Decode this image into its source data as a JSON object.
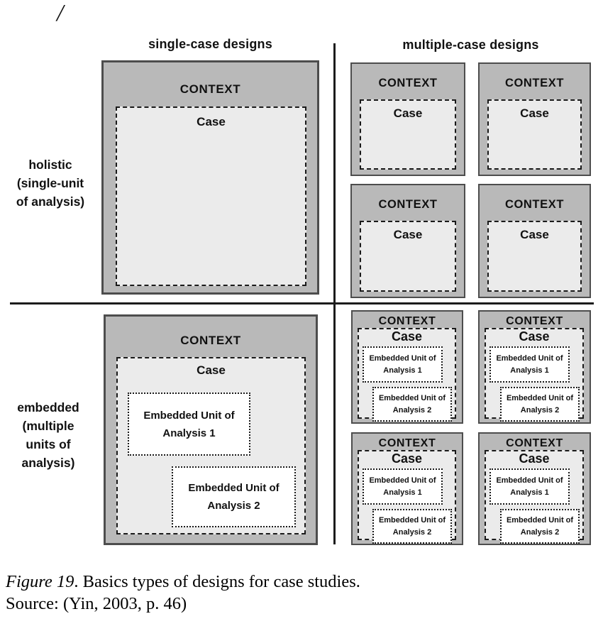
{
  "page": {
    "slash": "/"
  },
  "headers": {
    "left": "single-case designs",
    "right": "multiple-case designs"
  },
  "row_labels": {
    "holistic": [
      "holistic",
      "(single-unit",
      "of analysis)"
    ],
    "embedded": [
      "embedded",
      "(multiple",
      "units of",
      "analysis)"
    ]
  },
  "labels": {
    "context": "CONTEXT",
    "case": "Case",
    "embedded_unit_line": "Embedded Unit of",
    "analysis1": "Analysis 1",
    "analysis2": "Analysis 2"
  },
  "caption": {
    "figure_label": "Figure 19",
    "figure_text": ". Basics types of designs for case studies.",
    "source": "Source: (Yin, 2003, p. 46)"
  },
  "colors": {
    "context_fill": "#b9b9b9",
    "case_fill": "#ebebeb",
    "unit_fill": "#ffffff",
    "box_border": "#4d4d4d",
    "dashed_border": "#1a1a1a",
    "divider_line": "#1c1c1c"
  }
}
